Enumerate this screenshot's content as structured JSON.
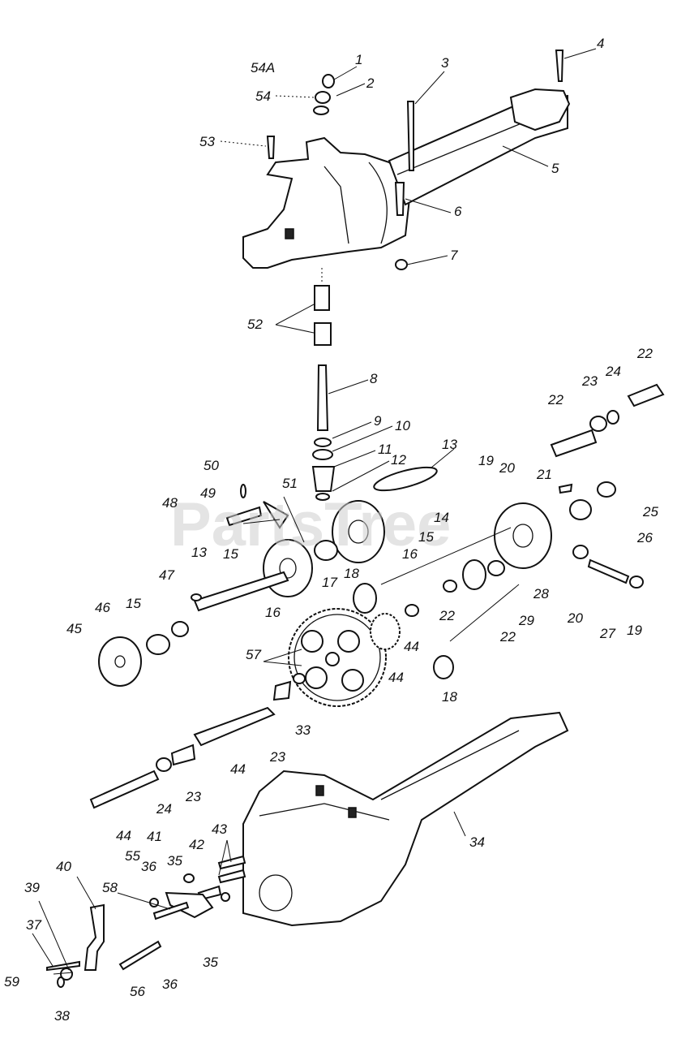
{
  "watermark": "PartsTree",
  "callouts": [
    "1",
    "2",
    "3",
    "4",
    "5",
    "6",
    "7",
    "8",
    "9",
    "10",
    "11",
    "12",
    "13",
    "14",
    "15",
    "16",
    "17",
    "18",
    "19",
    "20",
    "21",
    "22",
    "23",
    "24",
    "25",
    "26",
    "27",
    "28",
    "29",
    "33",
    "34",
    "35",
    "36",
    "37",
    "38",
    "39",
    "40",
    "41",
    "42",
    "43",
    "44",
    "45",
    "46",
    "47",
    "48",
    "49",
    "50",
    "51",
    "52",
    "53",
    "54",
    "54A",
    "55",
    "56",
    "57",
    "58",
    "59"
  ]
}
